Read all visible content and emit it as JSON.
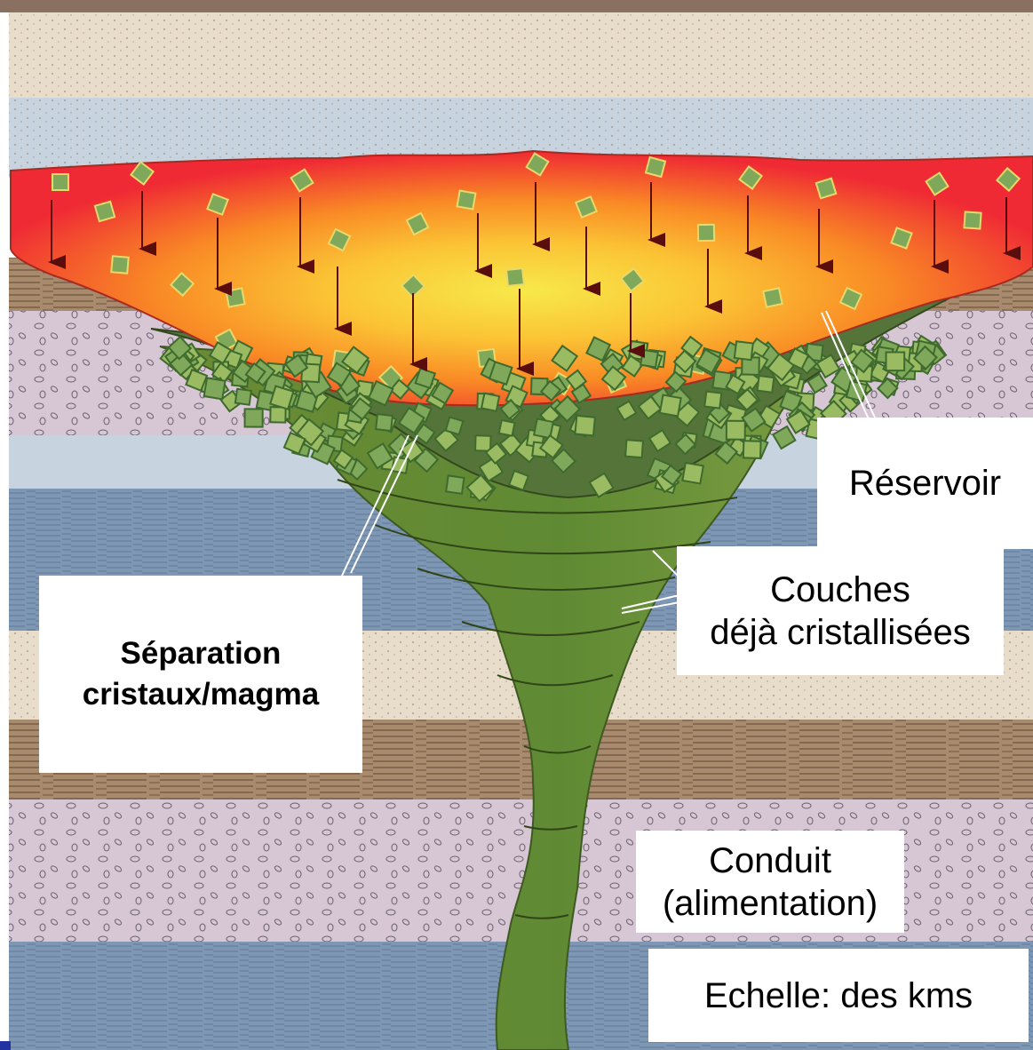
{
  "colors": {
    "magma_hot": "#f7e94a",
    "magma_mid": "#f9a020",
    "magma_edge": "#ef2a34",
    "crystal_fill": "#7fa85a",
    "crystal_dark": "#3f6a2e",
    "cumulate_green": "#6f8f3a",
    "conduit_green": "#6a8a35",
    "layer_sand": "#e8dccb",
    "layer_lightblue": "#c7d3df",
    "layer_brown": "#a88a6c",
    "layer_lilac": "#d7c6d4",
    "layer_blue": "#7d97b5",
    "arrow": "#5a0d0d"
  },
  "labels": {
    "separation": [
      "Séparation",
      "cristaux/magma"
    ],
    "reservoir": "Réservoir",
    "couches": [
      "Couches",
      "déjà cristallisées"
    ],
    "conduit": [
      "Conduit",
      "(alimentation)"
    ],
    "echelle": "Echelle: des kms"
  }
}
